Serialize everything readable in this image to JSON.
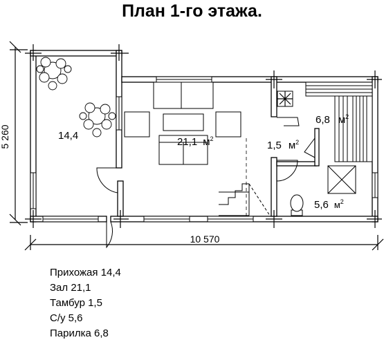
{
  "title": "План 1-го этажа.",
  "dimensions": {
    "width": "10 570",
    "depth": "5 260"
  },
  "rooms": [
    {
      "name": "Прихожая",
      "area": "14,4"
    },
    {
      "name": "Зал",
      "area": "21,1"
    },
    {
      "name": "Тамбур",
      "area": "1,5"
    },
    {
      "name": "С/у",
      "area": "5,6"
    },
    {
      "name": "Парилка",
      "area": "6,8"
    }
  ],
  "area_unit": "м",
  "area_sup": "2"
}
